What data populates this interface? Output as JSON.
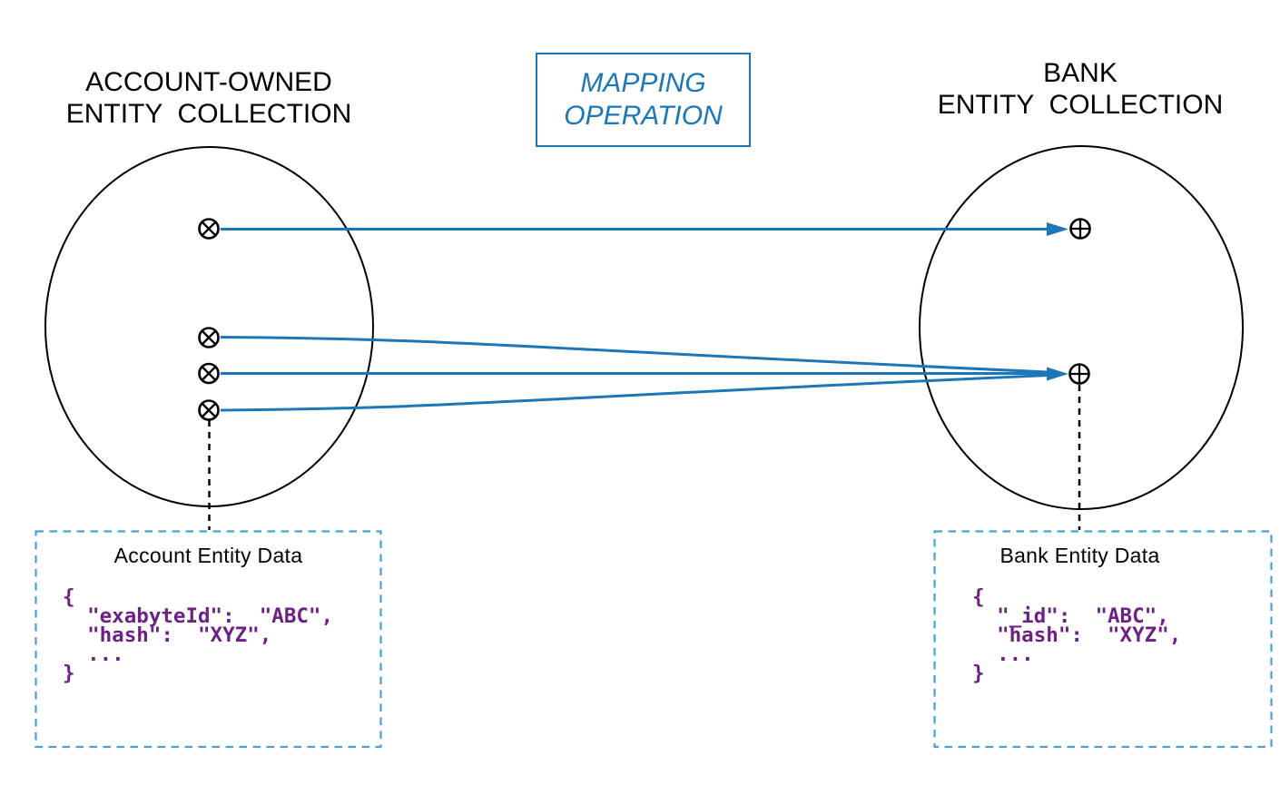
{
  "titles": {
    "left_line1": "ACCOUNT-OWNED",
    "left_line2": "ENTITY  COLLECTION",
    "right_line1": "BANK",
    "right_line2": "ENTITY  COLLECTION"
  },
  "mapping_box": {
    "line1": "MAPPING",
    "line2": "OPERATION"
  },
  "account_data_box": {
    "title": "Account Entity Data",
    "code_lines": [
      "{",
      "  \"exabyteId\":  \"ABC\",",
      "  \"hash\":  \"XYZ\",",
      "  ...",
      "}"
    ]
  },
  "bank_data_box": {
    "title": "Bank Entity Data",
    "code_lines": [
      "{",
      "  \"_id\":  \"ABC\",",
      "  \"hash\":  \"XYZ\",",
      "  ...",
      "}"
    ]
  },
  "colors": {
    "arrow_blue": "#1c76b8",
    "dashed_box_blue": "#46a1d9",
    "code_purple": "#6e2185",
    "outline_black": "#000000"
  },
  "icons": {
    "source_points": "crossed-circle",
    "target_points": "plus-circle"
  }
}
